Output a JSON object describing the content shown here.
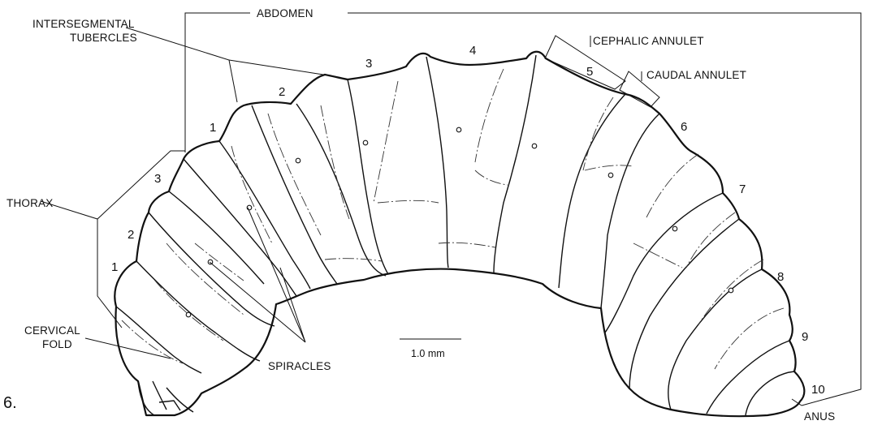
{
  "figure": {
    "figure_number": "6.",
    "labels": {
      "abdomen": "ABDOMEN",
      "intersegmental_line1": "INTERSEGMENTAL",
      "intersegmental_line2": "TUBERCLES",
      "cephalic_annulet": "CEPHALIC ANNULET",
      "caudal_annulet": "CAUDAL ANNULET",
      "thorax": "THORAX",
      "cervical_line1": "CERVICAL",
      "cervical_line2": "FOLD",
      "spiracles": "SPIRACLES",
      "anus": "ANUS"
    },
    "scale_bar": "1.0 mm",
    "thoracic_segments": [
      "1",
      "2",
      "3"
    ],
    "abdominal_segments": [
      "1",
      "2",
      "3",
      "4",
      "5",
      "6",
      "7",
      "8",
      "9",
      "10"
    ]
  }
}
